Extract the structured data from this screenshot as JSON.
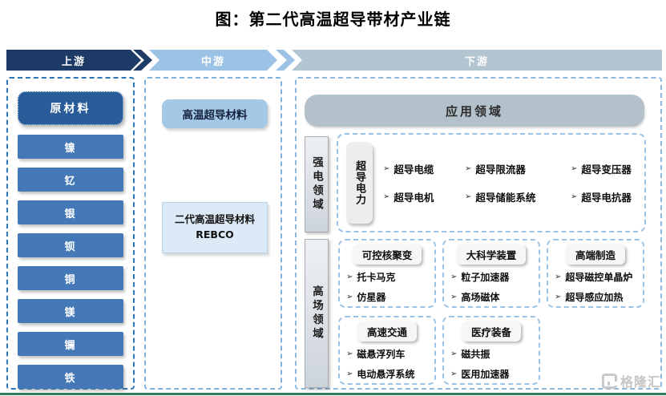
{
  "title": "图：第二代高温超导带材产业链",
  "stages": {
    "upstream": "上游",
    "midstream": "中游",
    "downstream": "下游"
  },
  "upstream": {
    "header": "原材料",
    "materials": [
      "镍",
      "钇",
      "银",
      "钡",
      "铜",
      "镁",
      "镧",
      "铁"
    ]
  },
  "midstream": {
    "header": "高温超导材料",
    "product_name": "二代高温超导材料",
    "product_code": "REBCO"
  },
  "downstream": {
    "header": "应用领域",
    "strong_field": {
      "label": "强电领域",
      "group": "超导电力",
      "items": [
        "超导电缆",
        "超导限流器",
        "超导变压器",
        "超导电机",
        "超导储能系统",
        "超导电抗器"
      ]
    },
    "high_field": {
      "label": "高场领域",
      "boxes": [
        {
          "name": "可控核聚变",
          "items": [
            "托卡马克",
            "仿星器"
          ]
        },
        {
          "name": "大科学装置",
          "items": [
            "粒子加速器",
            "高场磁体"
          ]
        },
        {
          "name": "高端制造",
          "items": [
            "超导磁控单晶炉",
            "超导感应加热"
          ]
        },
        {
          "name": "高速交通",
          "items": [
            "磁悬浮列车",
            "电动悬浮系统"
          ]
        },
        {
          "name": "医疗装备",
          "items": [
            "磁共振",
            "医用加速器"
          ]
        }
      ]
    }
  },
  "bullet": "➢",
  "watermark": "格隆汇",
  "colors": {
    "upstream_band": "#1e3a66",
    "midstream_band": "#9cc2e5",
    "downstream_band": "#b3c5d1",
    "raw_header_fill": "#2a5c9a",
    "material_fill": "#4478b7",
    "mid_header_fill": "#a3c9e6",
    "rebco_fill": "#dceaf7",
    "app_header_fill": "#b2c1ca",
    "panel_border_left": "#2e75b6",
    "panel_border_light": "#9cc2e5",
    "bottom_rule": "#2f7d5b",
    "watermark_gray": "#c6c6c6"
  }
}
